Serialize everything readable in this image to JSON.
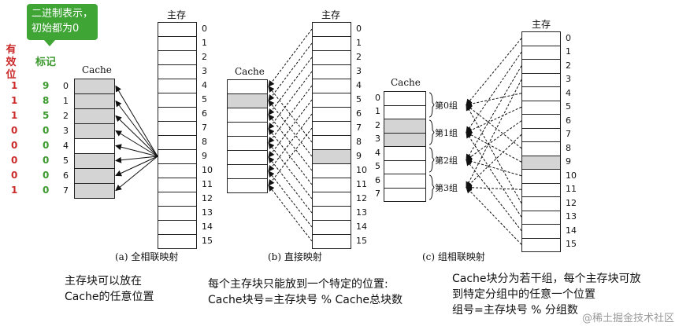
{
  "bubble": {
    "line1": "二进制表示，",
    "line2": "初始都为0"
  },
  "valid_header": {
    "line1": "有效",
    "line2": "位"
  },
  "tag_header": "标记",
  "valid_bits": [
    "1",
    "1",
    "1",
    "0",
    "0",
    "0",
    "0",
    "1"
  ],
  "tag_values": [
    "9",
    "8",
    "5",
    "0",
    "0",
    "0",
    "0",
    "0"
  ],
  "cache_label": "Cache",
  "memory_label": "主存",
  "cache_indices": [
    "0",
    "1",
    "2",
    "3",
    "4",
    "5",
    "6",
    "7"
  ],
  "memory_indices": [
    "0",
    "1",
    "2",
    "3",
    "4",
    "5",
    "6",
    "7",
    "8",
    "9",
    "10",
    "11",
    "12",
    "13",
    "14",
    "15"
  ],
  "panel_a": {
    "caption": "(a) 全相联映射",
    "highlighted_cache_blocks": [
      0,
      1,
      2,
      3,
      5,
      6,
      7
    ]
  },
  "panel_b": {
    "caption": "(b) 直接映射",
    "highlighted_cache_block": 1,
    "highlighted_memory_block": 9
  },
  "panel_c": {
    "caption": "(c) 组相联映射",
    "groups": [
      "第0组",
      "第1组",
      "第2组",
      "第3组"
    ],
    "highlighted_cache_blocks": [
      2,
      3
    ],
    "highlighted_memory_block": 9
  },
  "notes": {
    "a": [
      "主存块可以放在",
      "Cache的任意位置"
    ],
    "b": [
      "每个主存块只能放到一个特定的位置:",
      "Cache块号=主存块号 % Cache总块数"
    ],
    "c": [
      "Cache块分为若干组，每个主存块可放",
      "到特定分组中的任意一个位置",
      "组号=主存块号 % 分组数"
    ]
  },
  "watermark": "@稀土掘金技术社区",
  "colors": {
    "valid_bit": "#cc2a2a",
    "tag": "#3c9a2e",
    "bubble": "#3fa535",
    "highlight": "#d4d4d4"
  }
}
